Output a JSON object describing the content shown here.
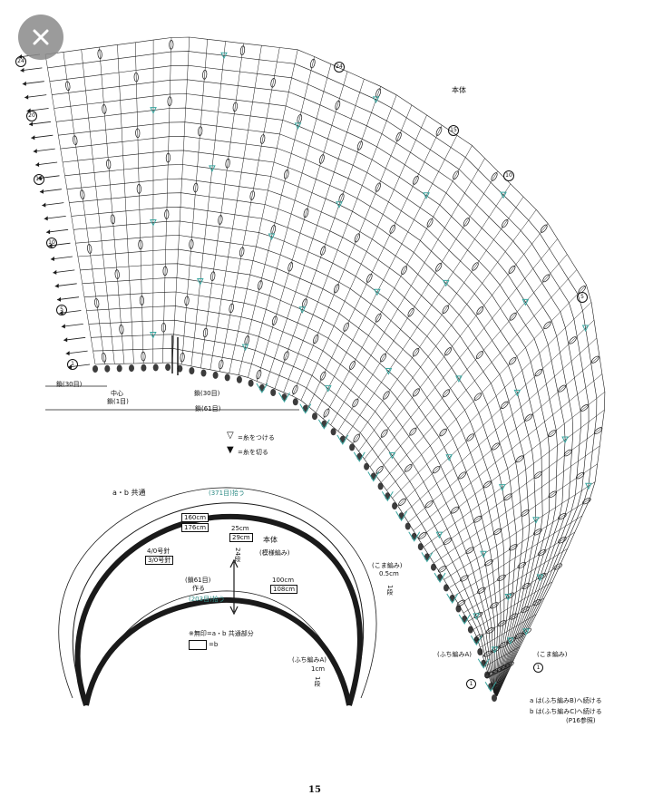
{
  "page_number": "15",
  "close_label": "×",
  "chart": {
    "section_title": "本体",
    "row_labels_left": [
      "24",
      "20",
      "15",
      "10",
      "5",
      "1"
    ],
    "row_labels_arc": [
      "1",
      "5",
      "10",
      "15",
      "20",
      "24"
    ],
    "chain_labels": {
      "center": "中心",
      "chain_first": "鎖(1目)",
      "chain_30_left": "鎖(30目)",
      "chain_30_mid": "鎖(30目)",
      "chain_61": "鎖(61目)"
    },
    "legend": [
      {
        "symbol": "▽",
        "text": "=糸をつける"
      },
      {
        "symbol": "▼",
        "text": "=糸を切る"
      }
    ],
    "colors": {
      "pattern": "#1a1a1a",
      "accent": "#3aa6a0"
    }
  },
  "schematic": {
    "title": "a・b 共通",
    "pick_top": "(371目)拾う",
    "widths": {
      "outer_a": "160cm",
      "outer_b": "176cm",
      "inner_a": "25cm",
      "inner_b": "29cm"
    },
    "section_title": "本体",
    "section_sub": "(模様編み)",
    "needles": {
      "a": "4/0号針",
      "b": "3/0号針"
    },
    "rows_label": "24段",
    "foundation": {
      "count": "(鎖61目)",
      "action": "作る"
    },
    "inner_widths": {
      "a": "100cm",
      "b": "108cm"
    },
    "pick_inner": "(203目)拾う",
    "edge_right": {
      "name": "(こま編み)",
      "size": "0.5cm",
      "rows": "1段"
    },
    "edge_left": {
      "name": "(ふち編みA)",
      "size": "1cm",
      "rows": "1段"
    },
    "note": "※無印=a・b 共通部分",
    "note_key": "=b"
  },
  "edge_notes": {
    "left_label": "(ふち編みA)",
    "left_mark": "1",
    "right_label": "(こま編み)",
    "right_mark": "1",
    "a_line": "a は(ふち編みB)へ続ける",
    "b_line": "b は(ふち編みC)へ続ける",
    "ref": "(P16参照)"
  }
}
